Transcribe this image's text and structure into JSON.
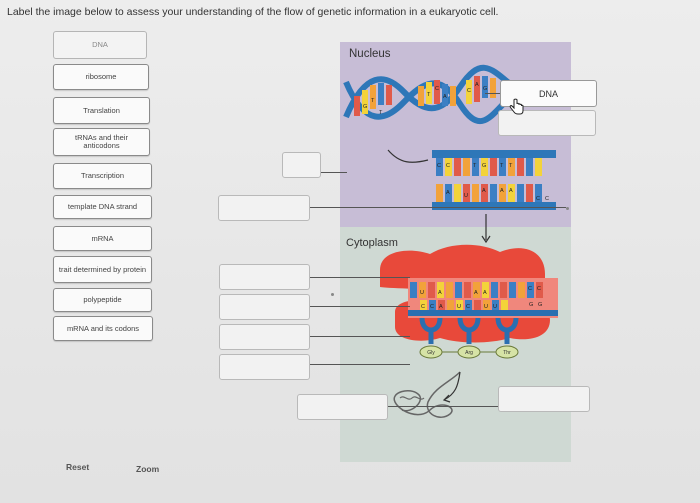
{
  "instructions": "Label the image below to assess your understanding of the flow of genetic information in a eukaryotic cell.",
  "labels": [
    "DNA",
    "ribosome",
    "Translation",
    "tRNAs and their anticodons",
    "Transcription",
    "template DNA strand",
    "mRNA",
    "trait determined by protein",
    "polypeptide",
    "mRNA and its codons"
  ],
  "diagram": {
    "nucleus_label": "Nucleus",
    "cytoplasm_label": "Cytoplasm",
    "dna_letters": [
      "G",
      "T",
      "T",
      "C",
      "A",
      "C",
      "A",
      "G",
      "T"
    ],
    "mrna_top_letters": [
      "C",
      "C",
      "T",
      "G",
      "T",
      "T"
    ],
    "template_letters": [
      "A",
      "U",
      "A",
      "A",
      "A",
      "C",
      "C"
    ],
    "ribosome_codons": [
      "U",
      "A",
      "A",
      "A",
      "C",
      "C"
    ],
    "ribosome_anticodons": [
      "C",
      "C",
      "A",
      "U",
      "C",
      "U",
      "U",
      "G",
      "G"
    ],
    "amino_acids": [
      "Gly",
      "Arg",
      "Thr"
    ]
  },
  "dropzones": {
    "dna_target_value": "DNA"
  },
  "footer": {
    "reset": "Reset",
    "zoom": "Zoom"
  },
  "colors": {
    "nucleus_bg": "#c7bdd6",
    "cytoplasm_bg": "#cfd9d3",
    "ribosome": "#e8493a",
    "helix_blue": "#2e77b8",
    "base_red": "#e05a4a",
    "base_orange": "#f2a23a",
    "base_yellow": "#f3d33a",
    "base_blue": "#3b7fc4",
    "trna_blue": "#2a6fb0"
  }
}
